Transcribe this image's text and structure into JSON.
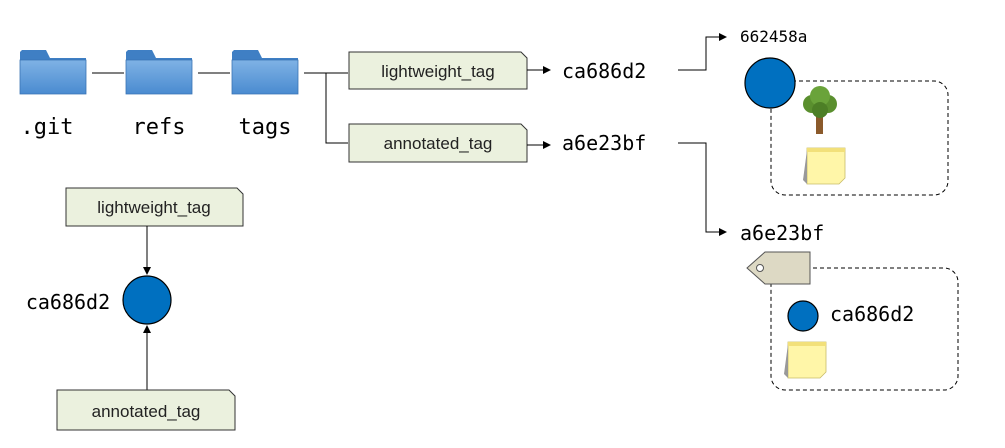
{
  "folders": {
    "git": ".git",
    "refs": "refs",
    "tags": "tags"
  },
  "tags": {
    "lightweight": "lightweight_tag",
    "annotated": "annotated_tag"
  },
  "hashes": {
    "lightweight_target": "ca686d2",
    "annotated_target": "a6e23bf",
    "tree_hash": "662458a",
    "tag_object_hash": "a6e23bf",
    "tagged_commit": "ca686d2"
  },
  "bottom_diagram": {
    "top_tag": "lightweight_tag",
    "bottom_tag": "annotated_tag",
    "commit": "ca686d2"
  },
  "icons": {
    "folder": "folder-icon",
    "tree": "tree-icon",
    "note": "sticky-note-icon",
    "tag": "tag-icon"
  },
  "colors": {
    "folder": "#5b9bd5",
    "tag_box": "#ebf1de",
    "commit": "#0070c0",
    "note": "#fff6a8",
    "tag_shape": "#ddd9c4"
  }
}
